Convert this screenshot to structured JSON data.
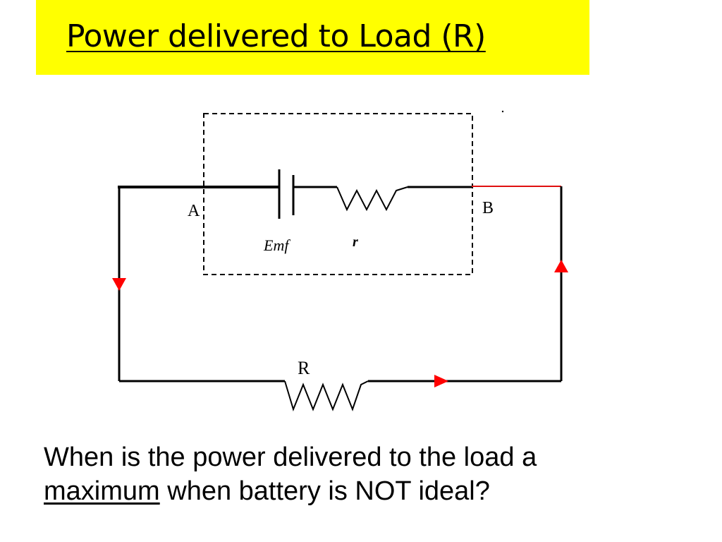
{
  "title": "Power delivered to Load (R)",
  "labels": {
    "node_a": "A",
    "node_b": "B",
    "emf": "Emf",
    "internal_resistance": "r",
    "load_resistance": "R"
  },
  "question": {
    "line1": "When is the power delivered to the load a",
    "emphasis": "maximum",
    "rest": " when battery is NOT ideal?"
  },
  "colors": {
    "title_background": "#ffff00",
    "arrow": "#ff0000",
    "wire": "#000000"
  }
}
